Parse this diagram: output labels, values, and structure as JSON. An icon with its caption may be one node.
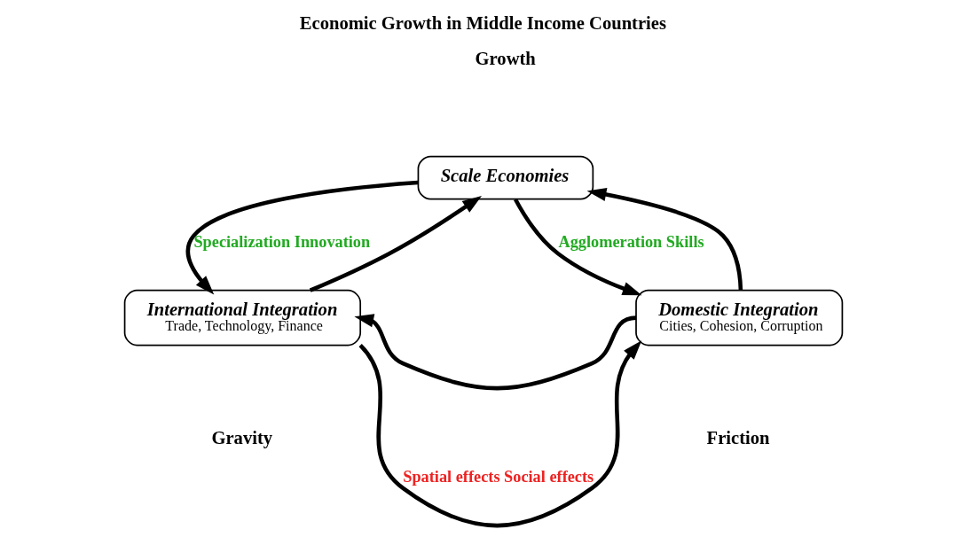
{
  "diagram": {
    "title": "Economic Growth in Middle Income Countries",
    "nodes": [
      {
        "text": [
          "Scale Economies"
        ]
      },
      {
        "text": [
          "International Integration",
          "Trade, Technology, Finance"
        ]
      },
      {
        "text": [
          "Domestic Integration",
          "Cities, Cohesion, Corruption"
        ]
      }
    ],
    "edges": [
      {
        "from": 0,
        "to": 1,
        "arrow": "to",
        "label": "Specialization Innovation"
      },
      {
        "from": 1,
        "to": 0,
        "arrow": "to"
      },
      {
        "from": 0,
        "to": 2,
        "arrow": "to",
        "label": "Agglomeration Skills"
      },
      {
        "from": 2,
        "to": 0,
        "arrow": "to"
      },
      {
        "from": 2,
        "to": 1,
        "arrow": "to"
      },
      {
        "from": 1,
        "to": 2,
        "arrow": "to",
        "label": "Spatial effects Social effects"
      }
    ],
    "labels": [
      "Growth",
      "Gravity",
      "Friction"
    ]
  }
}
